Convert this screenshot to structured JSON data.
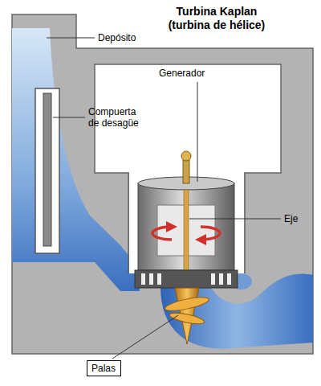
{
  "diagram": {
    "title": "Turbina Kaplan (turbina de hélice)",
    "nodes": [
      {
        "text": [
          "Palas"
        ]
      }
    ],
    "labels": [
      "Depósito",
      "Generador",
      "Compuerta de desagüe",
      "Eje"
    ]
  }
}
